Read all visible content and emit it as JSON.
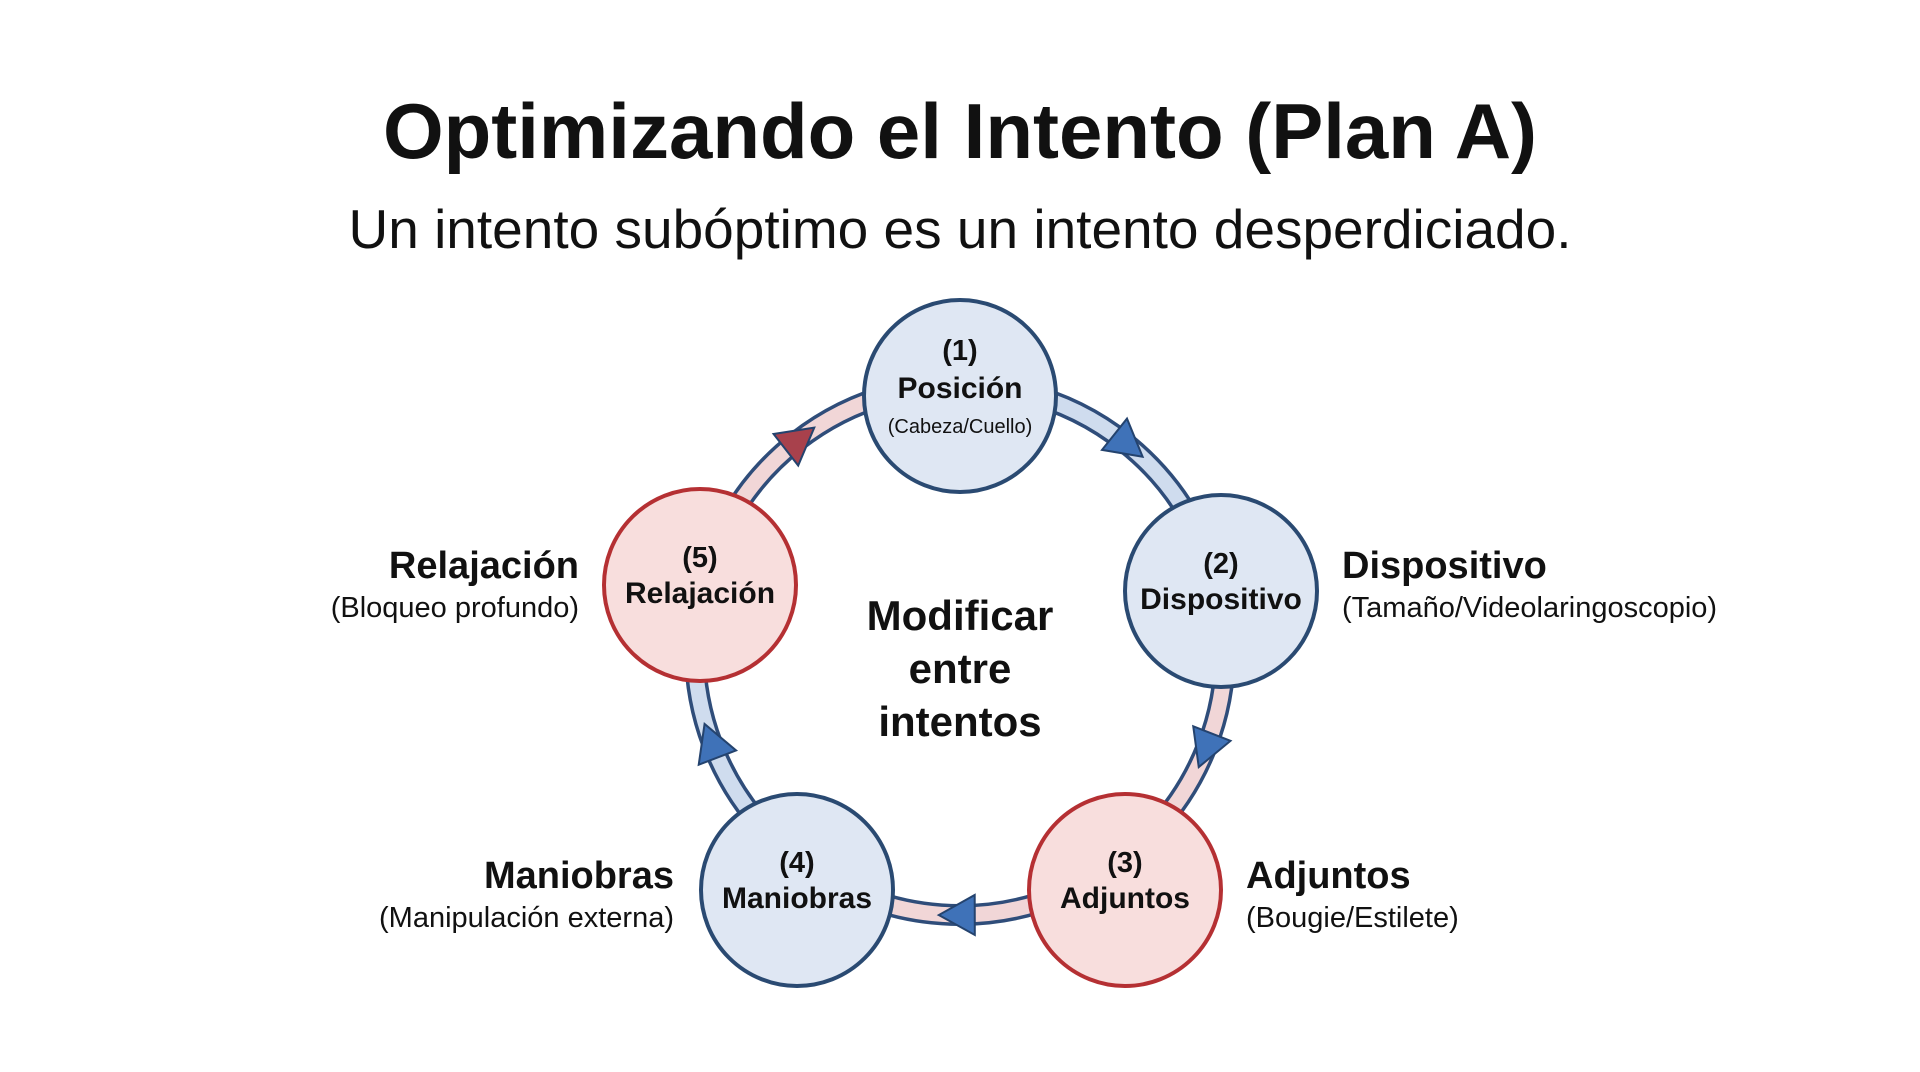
{
  "title": "Optimizando el Intento (Plan A)",
  "subtitle": "Un intento subóptimo es un intento desperdiciado.",
  "center_label": [
    "Modificar",
    "entre",
    "intentos"
  ],
  "colors": {
    "blue_fill": "#dfe7f3",
    "blue_stroke": "#2a4a72",
    "red_fill": "#f8dedd",
    "red_stroke": "#b53033",
    "arrow_blue": "#3f72b8",
    "arrow_red": "#a8414c"
  },
  "nodes": [
    {
      "number": "(1)",
      "name": "Posición",
      "sub": "(Cabeza/Cuello)",
      "color": "blue"
    },
    {
      "number": "(2)",
      "name": "Dispositivo",
      "sub": "",
      "color": "blue"
    },
    {
      "number": "(3)",
      "name": "Adjuntos",
      "sub": "",
      "color": "red"
    },
    {
      "number": "(4)",
      "name": "Maniobras",
      "sub": "",
      "color": "blue"
    },
    {
      "number": "(5)",
      "name": "Relajación",
      "sub": "",
      "color": "red"
    }
  ],
  "side_labels": {
    "dispositivo": {
      "title": "Dispositivo",
      "sub": "(Tamaño/Videolaringoscopio)"
    },
    "adjuntos": {
      "title": "Adjuntos",
      "sub": "(Bougie/Estilete)"
    },
    "maniobras": {
      "title": "Maniobras",
      "sub": "(Manipulación externa)"
    },
    "relajacion": {
      "title": "Relajación",
      "sub": "(Bloqueo profundo)"
    }
  }
}
